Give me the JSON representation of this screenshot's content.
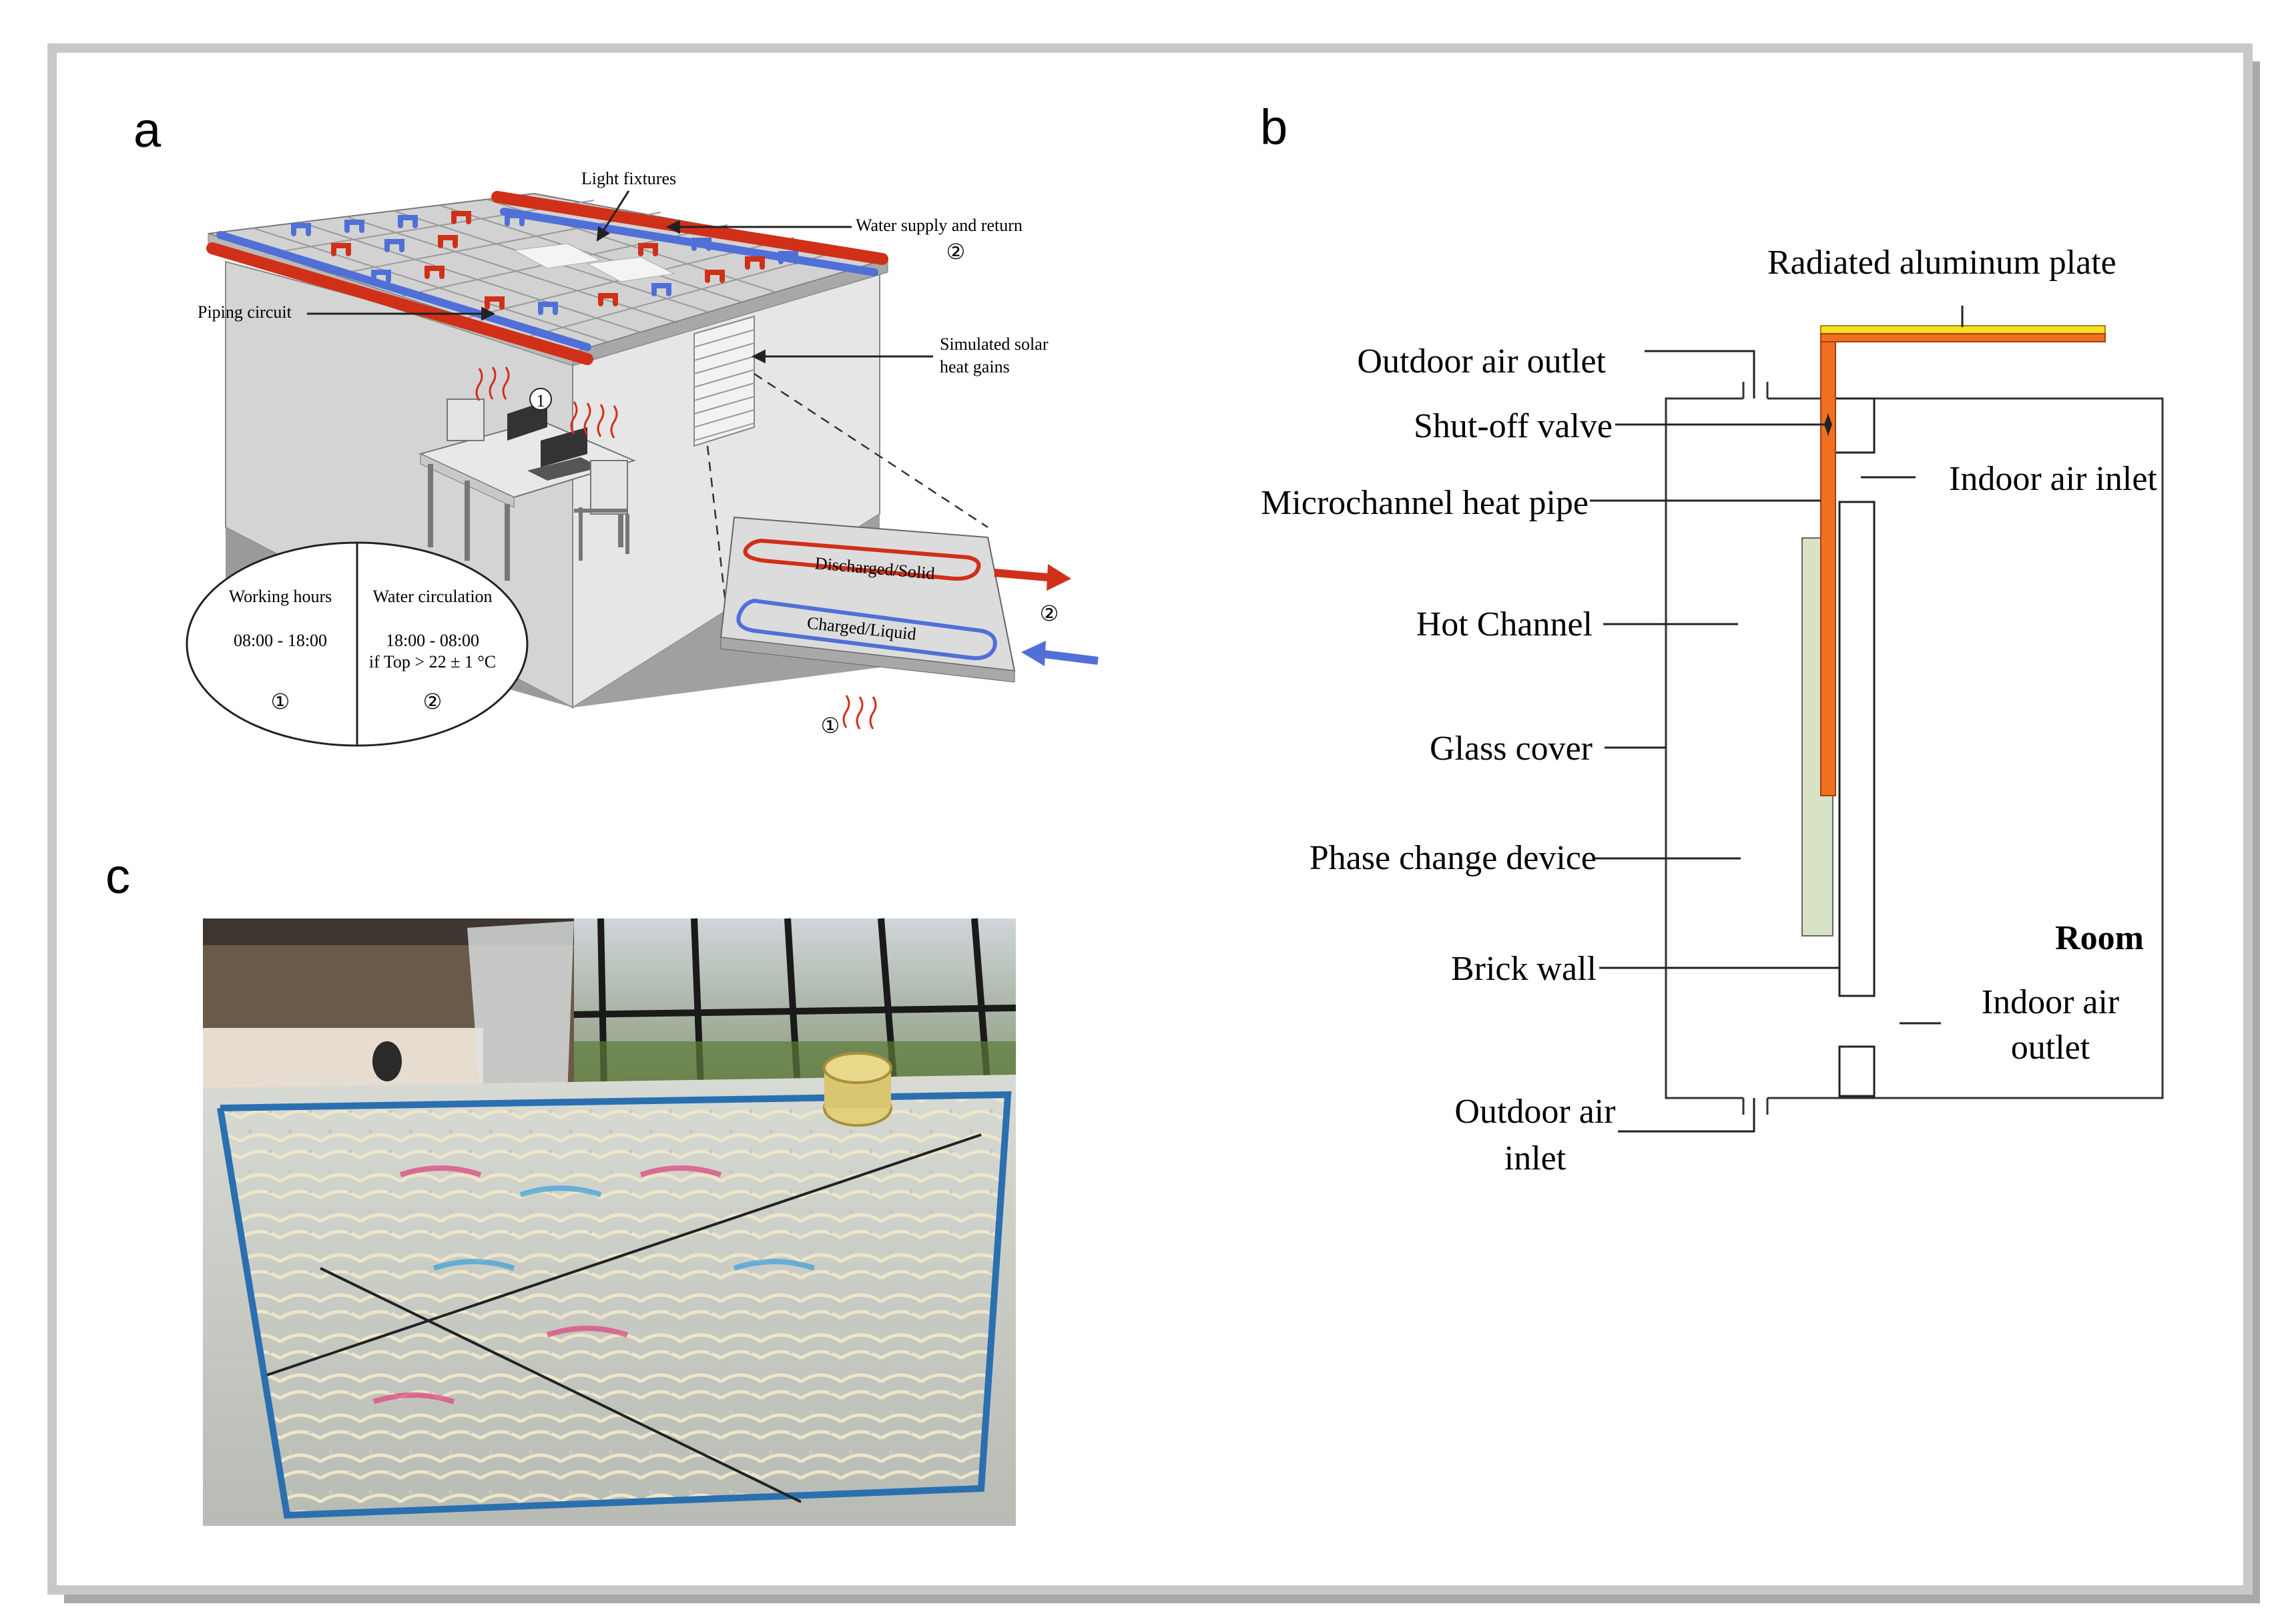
{
  "panels": {
    "a": {
      "letter": "a",
      "labels": {
        "light_fixtures": "Light fixtures",
        "water_supply_return": "Water supply and return",
        "piping_circuit": "Piping circuit",
        "solar_gains_line1": "Simulated solar",
        "solar_gains_line2": "heat gains",
        "discharged": "Discharged/Solid",
        "charged": "Charged/Liquid"
      },
      "markers": {
        "one": "①",
        "two": "②"
      },
      "legend": {
        "working_hours": "Working hours",
        "working_time": "08:00 - 18:00",
        "water_circulation": "Water circulation",
        "circulation_time": "18:00 - 08:00",
        "circulation_condition": "if Top > 22 ± 1 °C"
      },
      "colors": {
        "supply": "#d03018",
        "return": "#5070d8",
        "slab": "#d2d2d2"
      }
    },
    "b": {
      "letter": "b",
      "labels": {
        "radiated_plate": "Radiated aluminum plate",
        "outdoor_air_outlet": "Outdoor air outlet",
        "shutoff_valve": "Shut-off valve",
        "microchannel": "Microchannel heat pipe",
        "indoor_air_inlet": "Indoor air inlet",
        "hot_channel": "Hot Channel",
        "glass_cover": "Glass cover",
        "phase_change": "Phase change device",
        "brick_wall": "Brick wall",
        "room": "Room",
        "indoor_air_outlet_1": "Indoor air",
        "indoor_air_outlet_2": "outlet",
        "outdoor_air_inlet_1": "Outdoor air",
        "outdoor_air_inlet_2": "inlet"
      },
      "colors": {
        "heat_pipe": "#f07020",
        "plate": "#f8e020",
        "pcm": "#d8e2c4"
      }
    },
    "c": {
      "letter": "c"
    }
  }
}
